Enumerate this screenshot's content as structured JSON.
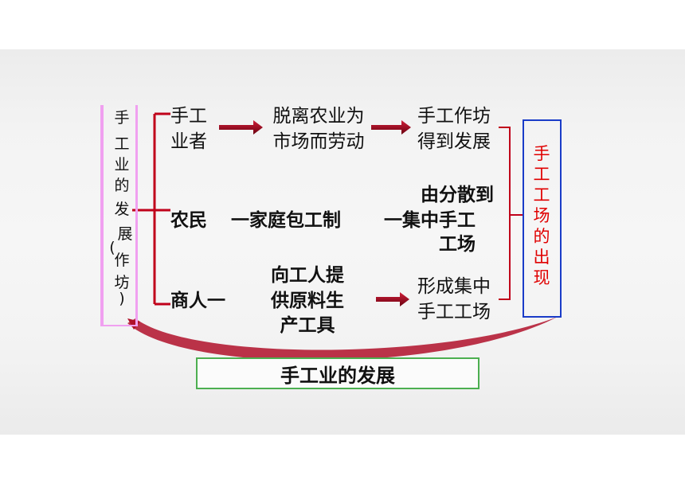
{
  "left_label": [
    "手",
    "工",
    "业",
    "的",
    "发",
    "展",
    "(",
    "作",
    "坊",
    ")"
  ],
  "rows": {
    "r1": {
      "c1_line1": "手工",
      "c1_line2": "业者",
      "c2_line1": "脱离农业为",
      "c2_line2": "市场而劳动",
      "c3_line1": "手工作坊",
      "c3_line2": "得到发展"
    },
    "r2": {
      "c1": "农民",
      "c2": "一家庭包工制",
      "c3_line1": "由分散到",
      "c3_line2": "一集中手工",
      "c3_line3": "工场"
    },
    "r3": {
      "c1": "商人一",
      "c2_line1": "向工人提",
      "c2_line2": "供原料生",
      "c2_line3": "产工具",
      "c3_line1": "形成集中",
      "c3_line2": "手工工场"
    }
  },
  "right_label": [
    "手",
    "工",
    "工",
    "场",
    "的",
    "出",
    "现"
  ],
  "bottom_label": "手工业的发展",
  "colors": {
    "connector": "#c0001a",
    "arrow": "#8b0010",
    "left_box": "#f0a0f0",
    "right_box": "#1a3cc8",
    "right_text": "#e00000",
    "bottom_box": "#4caf50"
  }
}
